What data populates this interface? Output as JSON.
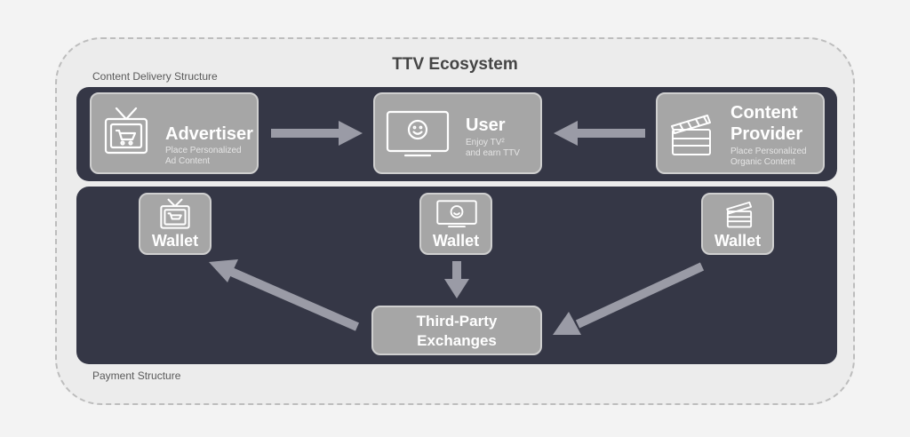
{
  "diagram": {
    "title": "TTV Ecosystem",
    "content_section_label": "Content Delivery Structure",
    "payment_section_label": "Payment Structure",
    "advertiser": {
      "title": "Advertiser",
      "subtitle_line1": "Place Personalized",
      "subtitle_line2": "Ad Content"
    },
    "user": {
      "title": "User",
      "subtitle_line1": "Enjoy TV²",
      "subtitle_line2": "and earn TTV"
    },
    "provider": {
      "title_line1": "Content",
      "title_line2": "Provider",
      "subtitle_line1": "Place Personalized",
      "subtitle_line2": "Organic Content"
    },
    "wallets": {
      "advertiser_label": "Wallet",
      "user_label": "Wallet",
      "provider_label": "Wallet"
    },
    "exchanges": {
      "line1": "Third-Party",
      "line2": "Exchanges"
    },
    "colors": {
      "panel": "#353746",
      "card": "#a6a6a6",
      "arrow": "#9a9ba6"
    },
    "icons": [
      "tv-cart-icon",
      "monitor-smiley-icon",
      "clapperboard-icon"
    ]
  }
}
